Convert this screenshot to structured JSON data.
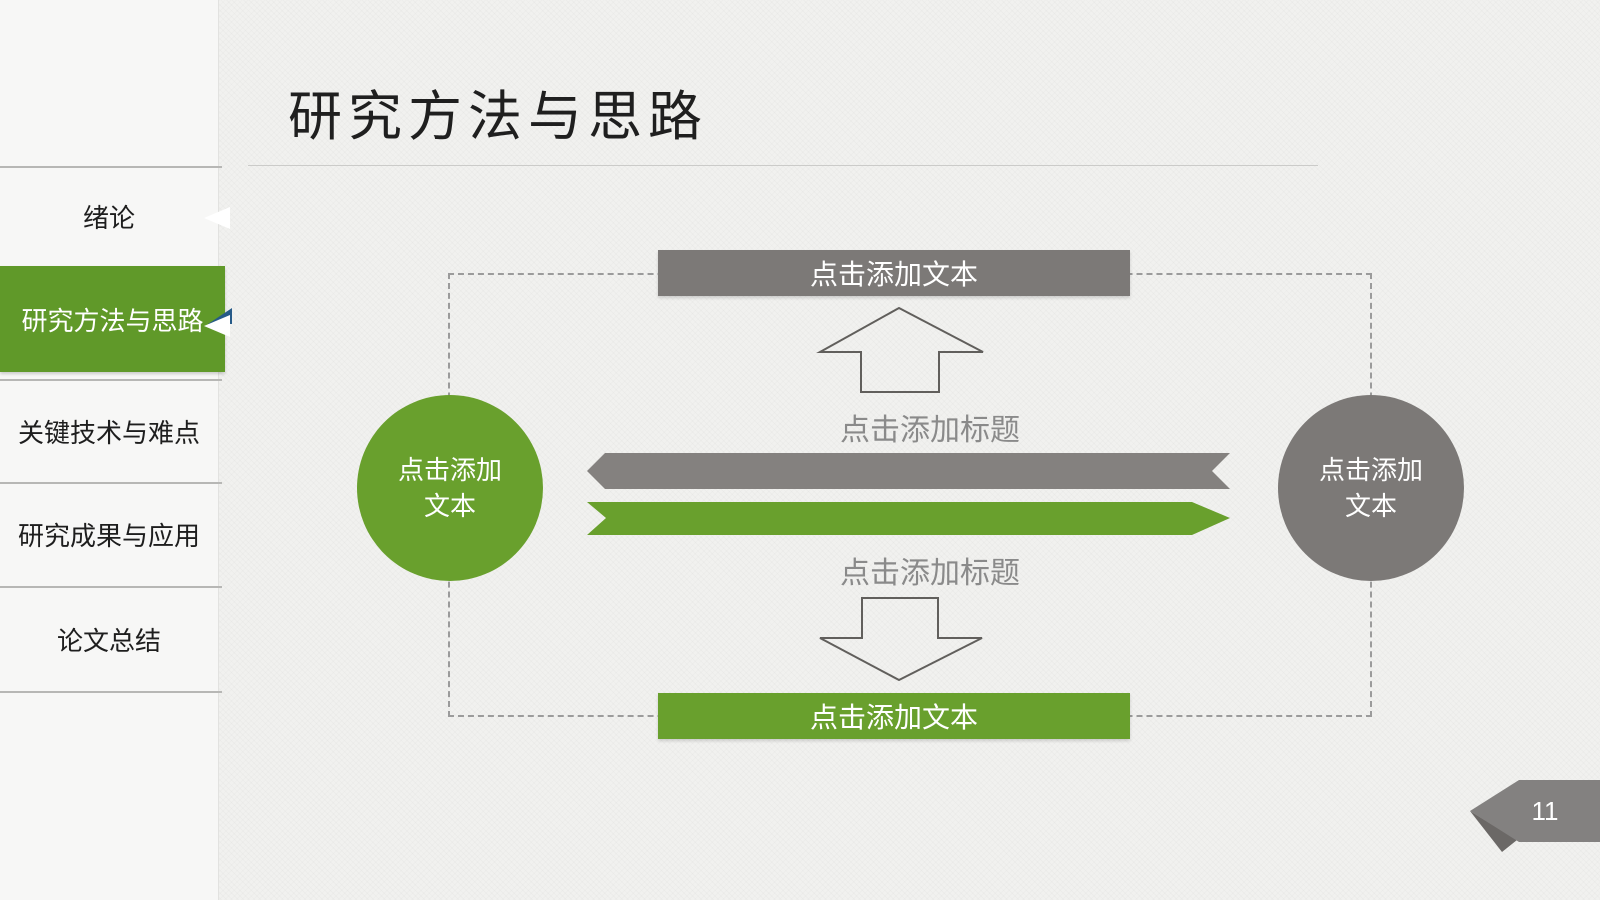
{
  "slide": {
    "title": "研究方法与思路",
    "page_number": "11"
  },
  "sidebar": {
    "active_index": 1,
    "items": [
      {
        "label": "绪论"
      },
      {
        "label": "研究方法与思路"
      },
      {
        "label": "关键技术与难点"
      },
      {
        "label": "研究成果与应用"
      },
      {
        "label": "论文总结"
      }
    ]
  },
  "diagram": {
    "top_bar": "点击添加文本",
    "bottom_bar": "点击添加文本",
    "upper_caption": "点击添加标题",
    "lower_caption": "点击添加标题",
    "left_circle": "点击添加文本",
    "right_circle": "点击添加文本"
  },
  "colors": {
    "accent_green": "#69a02d",
    "sidebar_green": "#609929",
    "shape_gray": "#7c7977",
    "arrow_bar_gray": "#84817f",
    "caption_gray": "#8a8a8a",
    "marker_blue": "#265a88"
  }
}
